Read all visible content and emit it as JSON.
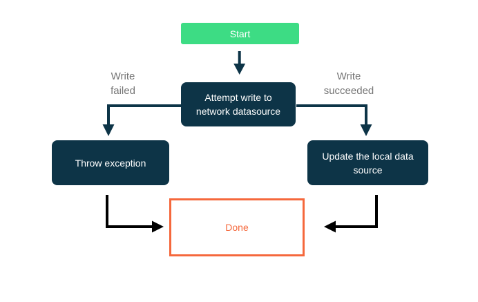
{
  "diagram_type": "flowchart",
  "nodes": {
    "start": {
      "label": "Start",
      "kind": "start"
    },
    "attempt": {
      "label": "Attempt write to network datasource",
      "kind": "process"
    },
    "throw": {
      "label": "Throw exception",
      "kind": "process"
    },
    "update": {
      "label": "Update the local data source",
      "kind": "process"
    },
    "done": {
      "label": "Done",
      "kind": "end"
    }
  },
  "edge_labels": {
    "write_failed": "Write failed",
    "write_succeeded": "Write succeeded"
  },
  "edges": [
    {
      "from": "start",
      "to": "attempt",
      "label": ""
    },
    {
      "from": "attempt",
      "to": "throw",
      "label": "Write failed"
    },
    {
      "from": "attempt",
      "to": "update",
      "label": "Write succeeded"
    },
    {
      "from": "throw",
      "to": "done",
      "label": ""
    },
    {
      "from": "update",
      "to": "done",
      "label": ""
    }
  ],
  "colors": {
    "start_fill": "#3DDC84",
    "process_fill": "#0D3447",
    "done_border": "#F5683C",
    "done_text": "#F5683C",
    "edge_navy": "#0D3447",
    "edge_black": "#000000",
    "label_gray": "#757575",
    "node_text": "#FFFFFF",
    "background": "#FFFFFF"
  }
}
